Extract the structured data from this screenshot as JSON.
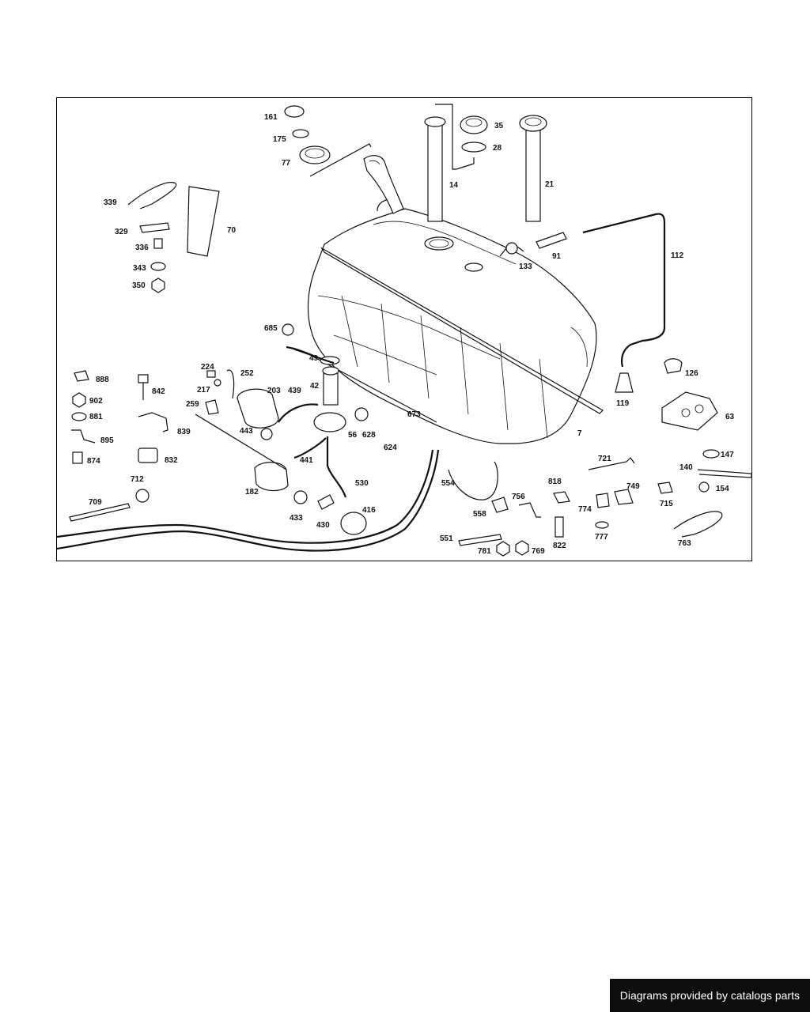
{
  "credit": "Diagrams provided by catalogs parts",
  "labels": [
    {
      "id": "161",
      "text": "161"
    },
    {
      "id": "175",
      "text": "175"
    },
    {
      "id": "77",
      "text": "77"
    },
    {
      "id": "14",
      "text": "14"
    },
    {
      "id": "35",
      "text": "35"
    },
    {
      "id": "28",
      "text": "28"
    },
    {
      "id": "21",
      "text": "21"
    },
    {
      "id": "339",
      "text": "339"
    },
    {
      "id": "329",
      "text": "329"
    },
    {
      "id": "70",
      "text": "70"
    },
    {
      "id": "336",
      "text": "336"
    },
    {
      "id": "343",
      "text": "343"
    },
    {
      "id": "350",
      "text": "350"
    },
    {
      "id": "91",
      "text": "91"
    },
    {
      "id": "133",
      "text": "133"
    },
    {
      "id": "112",
      "text": "112"
    },
    {
      "id": "685",
      "text": "685"
    },
    {
      "id": "49",
      "text": "49"
    },
    {
      "id": "224",
      "text": "224"
    },
    {
      "id": "252",
      "text": "252"
    },
    {
      "id": "217",
      "text": "217"
    },
    {
      "id": "203",
      "text": "203"
    },
    {
      "id": "439",
      "text": "439"
    },
    {
      "id": "42",
      "text": "42"
    },
    {
      "id": "126",
      "text": "126"
    },
    {
      "id": "888",
      "text": "888"
    },
    {
      "id": "842",
      "text": "842"
    },
    {
      "id": "902",
      "text": "902"
    },
    {
      "id": "881",
      "text": "881"
    },
    {
      "id": "259",
      "text": "259"
    },
    {
      "id": "673",
      "text": "673"
    },
    {
      "id": "119",
      "text": "119"
    },
    {
      "id": "63",
      "text": "63"
    },
    {
      "id": "839",
      "text": "839"
    },
    {
      "id": "895",
      "text": "895"
    },
    {
      "id": "443",
      "text": "443"
    },
    {
      "id": "56",
      "text": "56"
    },
    {
      "id": "628",
      "text": "628"
    },
    {
      "id": "7",
      "text": "7"
    },
    {
      "id": "874",
      "text": "874"
    },
    {
      "id": "832",
      "text": "832"
    },
    {
      "id": "441",
      "text": "441"
    },
    {
      "id": "624",
      "text": "624"
    },
    {
      "id": "721",
      "text": "721"
    },
    {
      "id": "147",
      "text": "147"
    },
    {
      "id": "140",
      "text": "140"
    },
    {
      "id": "712",
      "text": "712"
    },
    {
      "id": "182",
      "text": "182"
    },
    {
      "id": "530",
      "text": "530"
    },
    {
      "id": "554",
      "text": "554"
    },
    {
      "id": "818",
      "text": "818"
    },
    {
      "id": "749",
      "text": "749"
    },
    {
      "id": "154",
      "text": "154"
    },
    {
      "id": "709",
      "text": "709"
    },
    {
      "id": "756",
      "text": "756"
    },
    {
      "id": "774",
      "text": "774"
    },
    {
      "id": "715",
      "text": "715"
    },
    {
      "id": "433",
      "text": "433"
    },
    {
      "id": "416",
      "text": "416"
    },
    {
      "id": "558",
      "text": "558"
    },
    {
      "id": "430",
      "text": "430"
    },
    {
      "id": "777",
      "text": "777"
    },
    {
      "id": "551",
      "text": "551"
    },
    {
      "id": "822",
      "text": "822"
    },
    {
      "id": "763",
      "text": "763"
    },
    {
      "id": "781",
      "text": "781"
    },
    {
      "id": "769",
      "text": "769"
    }
  ]
}
